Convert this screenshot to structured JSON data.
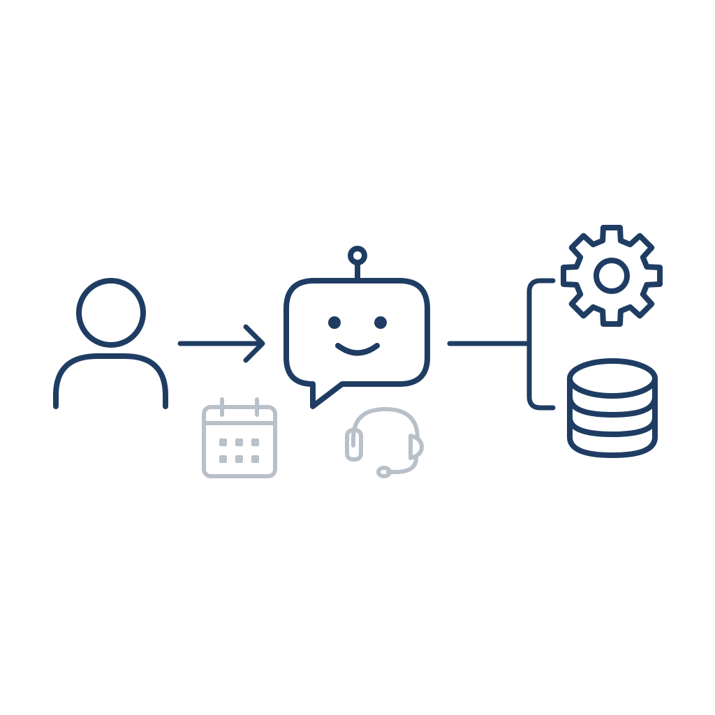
{
  "diagram": {
    "nodes": [
      {
        "id": "user",
        "icon": "user-icon"
      },
      {
        "id": "chatbot",
        "icon": "chatbot-icon"
      },
      {
        "id": "settings",
        "icon": "gear-icon"
      },
      {
        "id": "database",
        "icon": "database-icon"
      }
    ],
    "secondary_icons": [
      {
        "id": "calendar",
        "icon": "calendar-icon"
      },
      {
        "id": "support",
        "icon": "headset-icon"
      }
    ],
    "edges": [
      {
        "from": "user",
        "to": "chatbot",
        "style": "arrow"
      },
      {
        "from": "chatbot",
        "to": [
          "settings",
          "database"
        ],
        "style": "bracket-branch"
      }
    ]
  },
  "colors": {
    "primary_stroke": "#1f3d63",
    "secondary_stroke": "#b8c0c9",
    "background": "#ffffff"
  }
}
